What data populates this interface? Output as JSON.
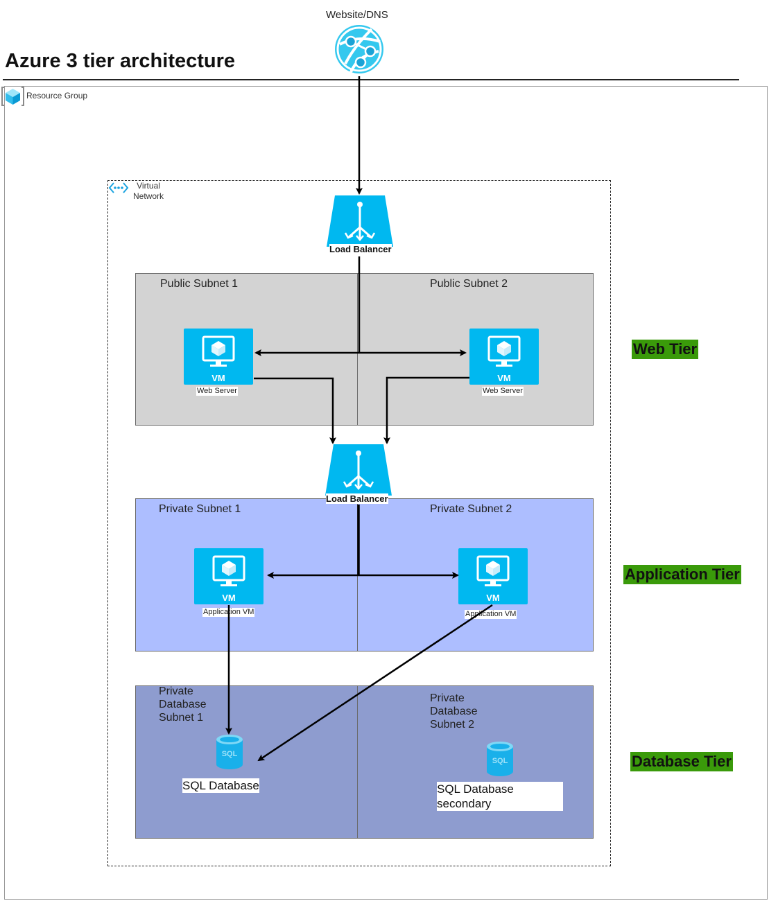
{
  "title": "Azure 3 tier architecture",
  "website": {
    "label": "Website/DNS"
  },
  "resource_group": {
    "label": "Resource Group"
  },
  "virtual_network": {
    "label_line1": "Virtual",
    "label_line2": "Network"
  },
  "load_balancers": [
    {
      "label": "Load Balancer"
    },
    {
      "label": "Load Balancer"
    }
  ],
  "web_tier": {
    "label": "Web Tier",
    "subnets": [
      "Public Subnet 1",
      "Public Subnet 2"
    ],
    "vms": [
      {
        "tile_text": "VM",
        "caption": "Web Server"
      },
      {
        "tile_text": "VM",
        "caption": "Web Server"
      }
    ]
  },
  "app_tier": {
    "label": "Application Tier",
    "subnets": [
      "Private Subnet 1",
      "Private Subnet 2"
    ],
    "vms": [
      {
        "tile_text": "VM",
        "caption": "Application VM"
      },
      {
        "tile_text": "VM",
        "caption": "Application VM"
      }
    ]
  },
  "db_tier": {
    "label": "Database Tier",
    "subnets": [
      {
        "line1": "Private",
        "line2": "Database",
        "line3": "Subnet 1"
      },
      {
        "line1": "Private",
        "line2": "Database",
        "line3": "Subnet 2"
      }
    ],
    "databases": [
      {
        "icon_text": "SQL",
        "caption": "SQL Database"
      },
      {
        "icon_text": "SQL",
        "caption_line1": "SQL Database",
        "caption_line2": "secondary"
      }
    ]
  },
  "colors": {
    "azure_blue": "#00b8f0",
    "public_subnet": "#d3d3d3",
    "private_subnet": "#adbeff",
    "database_subnet": "#8e9ccf",
    "tier_label_bg": "#3a9a0a"
  }
}
